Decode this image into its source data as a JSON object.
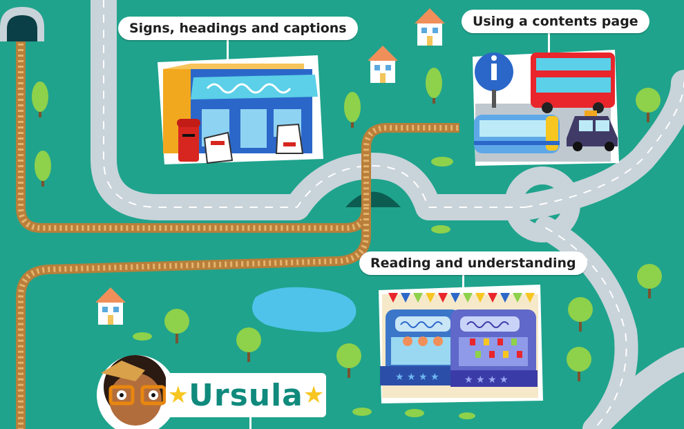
{
  "hotspots": {
    "signs": {
      "label": "Signs, headings and captions"
    },
    "contents": {
      "label": "Using a contents page"
    },
    "reading": {
      "label": "Reading and understanding"
    }
  },
  "character": {
    "name": "Ursula"
  },
  "colors": {
    "grass": "#1fa38c",
    "road": "#c9d3da",
    "track": "#d7a45b",
    "water": "#4fc3ea",
    "accent": "#f7c620"
  }
}
